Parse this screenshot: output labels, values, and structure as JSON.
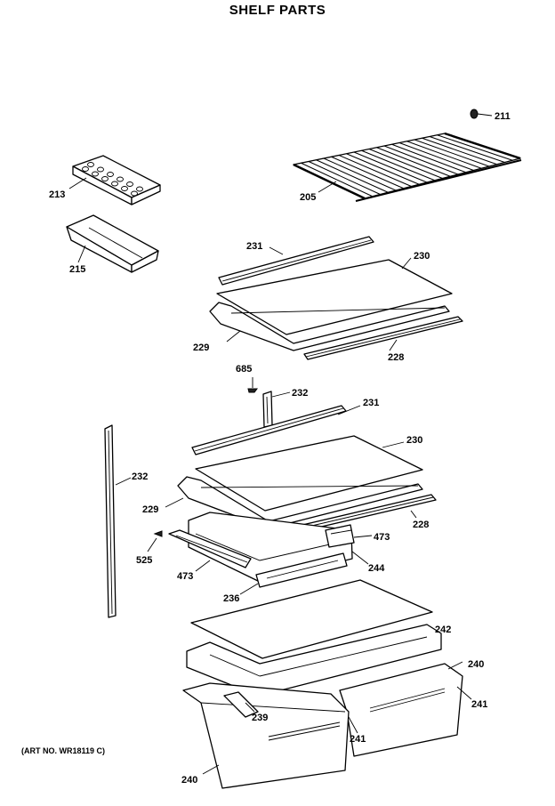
{
  "title": "SHELF PARTS",
  "art_number": "(ART NO. WR18119 C)",
  "labels": [
    "211",
    "205",
    "213",
    "215",
    "231",
    "230",
    "229",
    "228",
    "685",
    "232",
    "231",
    "230",
    "232",
    "229",
    "228",
    "473",
    "525",
    "244",
    "473",
    "236",
    "242",
    "240",
    "239",
    "241",
    "241",
    "240"
  ]
}
